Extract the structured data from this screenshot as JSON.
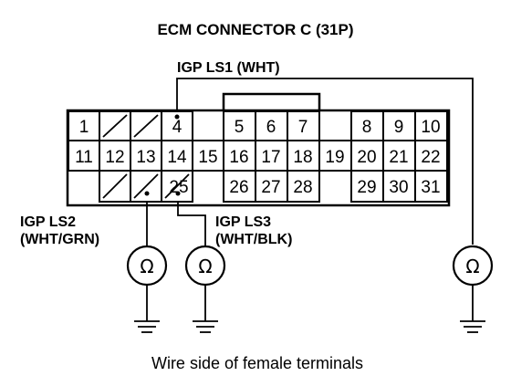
{
  "title": "ECM CONNECTOR C (31P)",
  "caption": "Wire side of female terminals",
  "labels": {
    "ls1": "IGP LS1 (WHT)",
    "ls2_line1": "IGP LS2",
    "ls2_line2": "(WHT/GRN)",
    "ls3_line1": "IGP LS3",
    "ls3_line2": "(WHT/BLK)"
  },
  "meter_symbol": "Ω",
  "pins": {
    "p1": "1",
    "p4": "4",
    "p5": "5",
    "p6": "6",
    "p7": "7",
    "p8": "8",
    "p9": "9",
    "p10": "10",
    "p11": "11",
    "p12": "12",
    "p13": "13",
    "p14": "14",
    "p15": "15",
    "p16": "16",
    "p17": "17",
    "p18": "18",
    "p19": "19",
    "p20": "20",
    "p21": "21",
    "p22": "22",
    "p25": "25",
    "p26": "26",
    "p27": "27",
    "p28": "28",
    "p29": "29",
    "p30": "30",
    "p31": "31"
  }
}
